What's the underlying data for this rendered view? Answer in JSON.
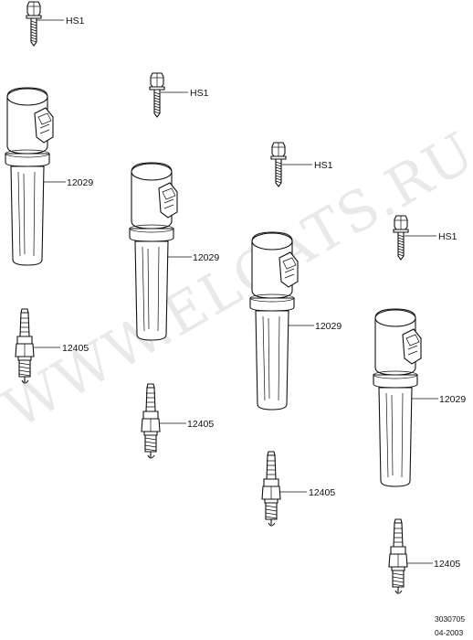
{
  "labels": {
    "bolt": "HS1",
    "coil": "12029",
    "plug": "12405"
  },
  "watermark": "WWW.ELCATS.RU",
  "footer": {
    "code": "3030705",
    "date": "04-2003"
  },
  "colors": {
    "line": "#111111",
    "watermark": "#e9e9e9",
    "background": "#ffffff"
  }
}
